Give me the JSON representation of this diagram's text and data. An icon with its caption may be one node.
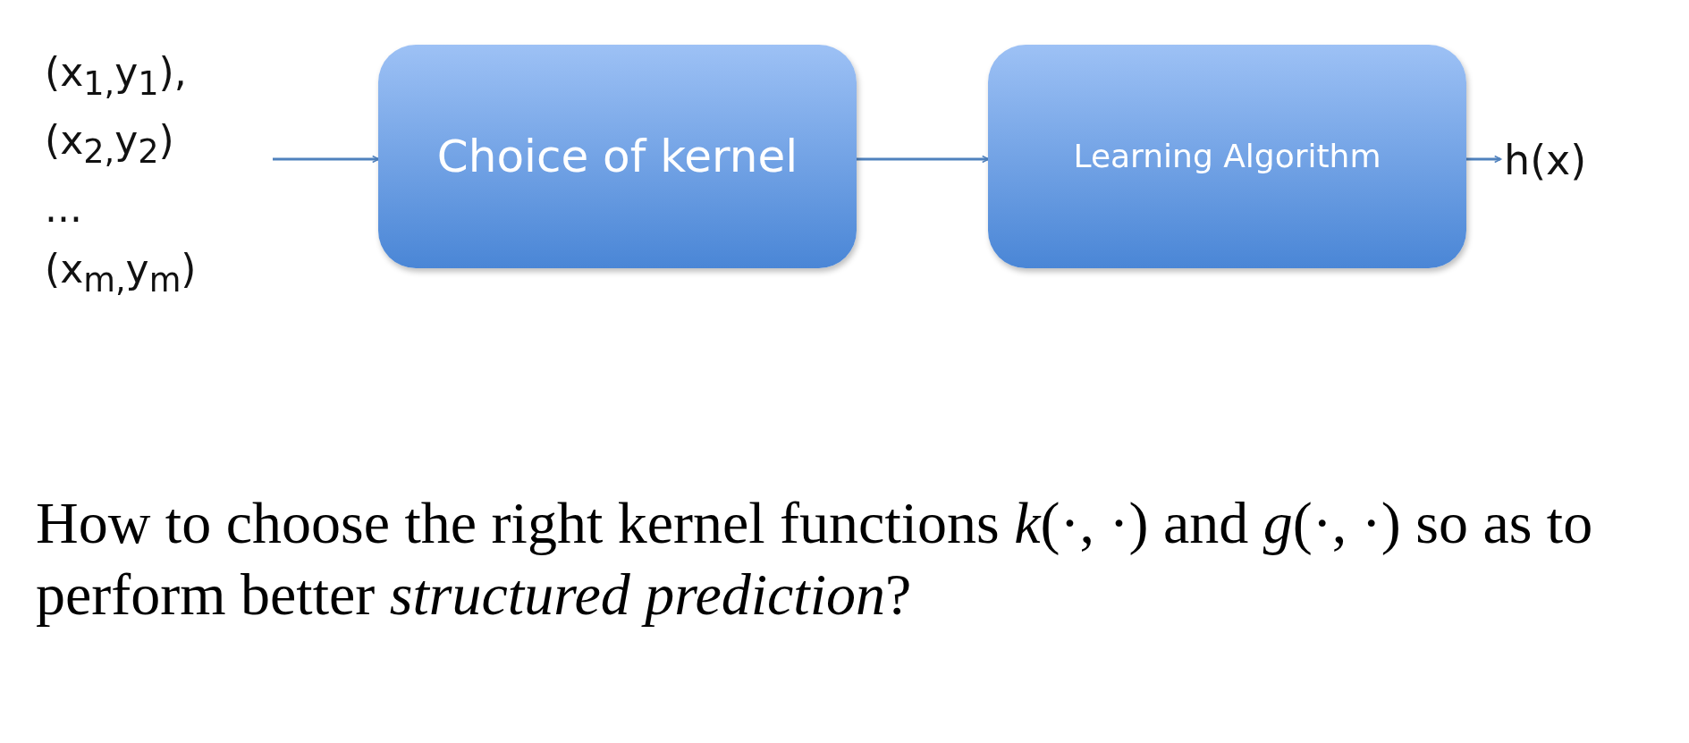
{
  "diagram": {
    "nodes": [
      {
        "text": [
          "(x$_{1,}$y$_{1}$), (x$_{2,}$y$_{2}$) ... (x$_{m,}$y$_{m}$)"
        ]
      },
      {
        "text": [
          "Choice of kernel"
        ]
      },
      {
        "text": [
          "Learning Algorithm"
        ]
      },
      {
        "text": [
          "h(x)"
        ]
      }
    ],
    "edges": [
      {
        "from": 0,
        "to": 1,
        "arrow": "to"
      },
      {
        "from": 1,
        "to": 2,
        "arrow": "to"
      },
      {
        "from": 2,
        "to": 3,
        "arrow": "to"
      }
    ],
    "labels": [
      "How to choose the right kernel functions *k*(·, ·) and *g*(·, ·) so as to perform better *structured prediction*?"
    ]
  }
}
